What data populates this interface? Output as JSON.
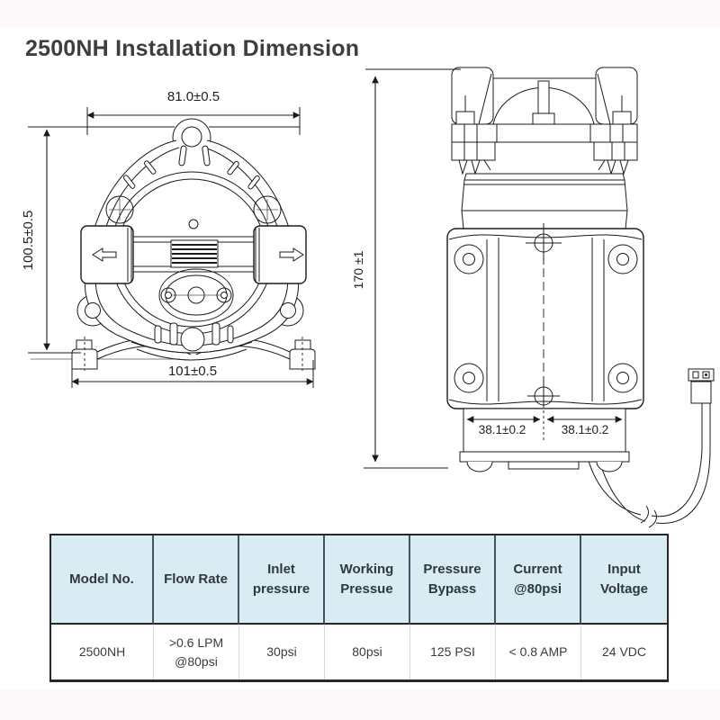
{
  "title": "2500NH Installation Dimension",
  "front_view": {
    "dim_width_top": "81.0±0.5",
    "dim_height": "100.5±0.5",
    "dim_width_bottom": "101±0.5"
  },
  "side_view": {
    "dim_height": "170 ±1",
    "dim_mount_left": "38.1±0.2",
    "dim_mount_right": "38.1±0.2"
  },
  "spec_table": {
    "headers": [
      "Model No.",
      "Flow Rate",
      "Inlet\npressure",
      "Working\nPressue",
      "Pressure\nBypass",
      "Current\n@80psi",
      "Input\nVoltage"
    ],
    "rows": [
      [
        "2500NH",
        ">0.6 LPM\n@80psi",
        "30psi",
        "80psi",
        "125 PSI",
        "< 0.8 AMP",
        "24 VDC"
      ]
    ]
  },
  "colors": {
    "header_bg": "#d9ecf4",
    "header_divider": "#45535c",
    "table_border": "#26262b",
    "line": "#1b1b1b",
    "title": "#3e3e3e"
  }
}
